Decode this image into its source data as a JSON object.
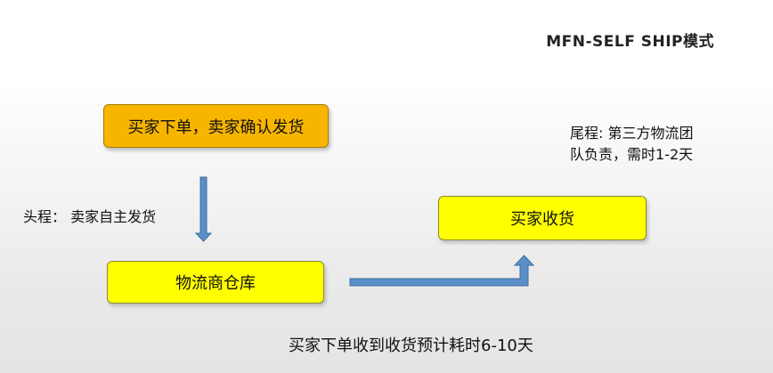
{
  "slide": {
    "title": "MFN-SELF SHIP模式"
  },
  "boxes": {
    "order": "买家下单，卖家确认发货",
    "warehouse": "物流商仓库",
    "receive": "买家收货"
  },
  "notes": {
    "head": "头程：  卖家自主发货",
    "tail_line1": "尾程: 第三方物流团",
    "tail_line2": "队负责，需时1-2天"
  },
  "footer": {
    "summary": "买家下单收到收货预计耗时6-10天"
  },
  "colors": {
    "order_box": "#f7b500",
    "yellow_box": "#ffff00",
    "arrow": "#5b8fc7"
  }
}
